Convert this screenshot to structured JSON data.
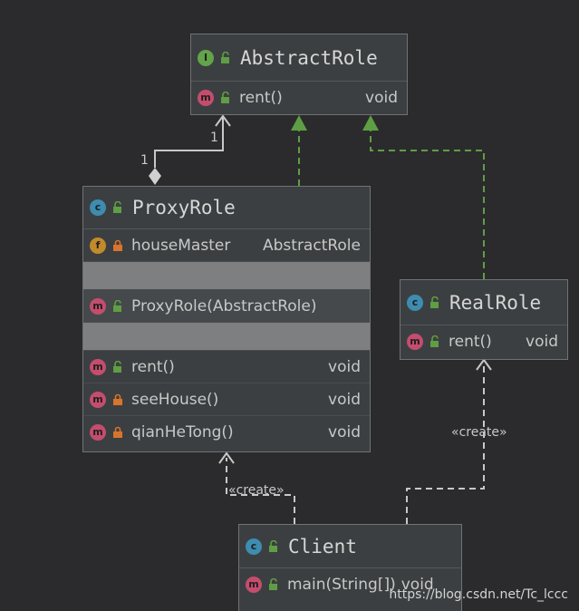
{
  "classes": {
    "abstract_role": {
      "name": "AbstractRole",
      "kind_icon": "I",
      "methods": [
        {
          "icon": "m",
          "name": "rent()",
          "type": "void"
        }
      ]
    },
    "proxy_role": {
      "name": "ProxyRole",
      "kind_icon": "c",
      "fields": [
        {
          "icon": "f",
          "name": "houseMaster",
          "type": "AbstractRole"
        }
      ],
      "constructors": [
        {
          "icon": "m",
          "name": "ProxyRole(AbstractRole)"
        }
      ],
      "methods": [
        {
          "icon": "m",
          "name": "rent()",
          "type": "void"
        },
        {
          "icon": "m",
          "name": "seeHouse()",
          "type": "void"
        },
        {
          "icon": "m",
          "name": "qianHeTong()",
          "type": "void"
        }
      ]
    },
    "real_role": {
      "name": "RealRole",
      "kind_icon": "c",
      "methods": [
        {
          "icon": "m",
          "name": "rent()",
          "type": "void"
        }
      ]
    },
    "client": {
      "name": "Client",
      "kind_icon": "c",
      "methods": [
        {
          "icon": "m",
          "name": "main(String[])",
          "type": "void"
        }
      ]
    }
  },
  "relations": {
    "association_source_multiplicity": "1",
    "association_target_multiplicity": "1",
    "create_label_proxy": "«create»",
    "create_label_real": "«create»"
  },
  "watermark": "https://blog.csdn.net/Tc_lccc",
  "colors": {
    "background": "#2b2b2d",
    "class_fill": "#3c3f41",
    "realization_edge": "#5f9e44",
    "edge": "#c8c8c8"
  }
}
